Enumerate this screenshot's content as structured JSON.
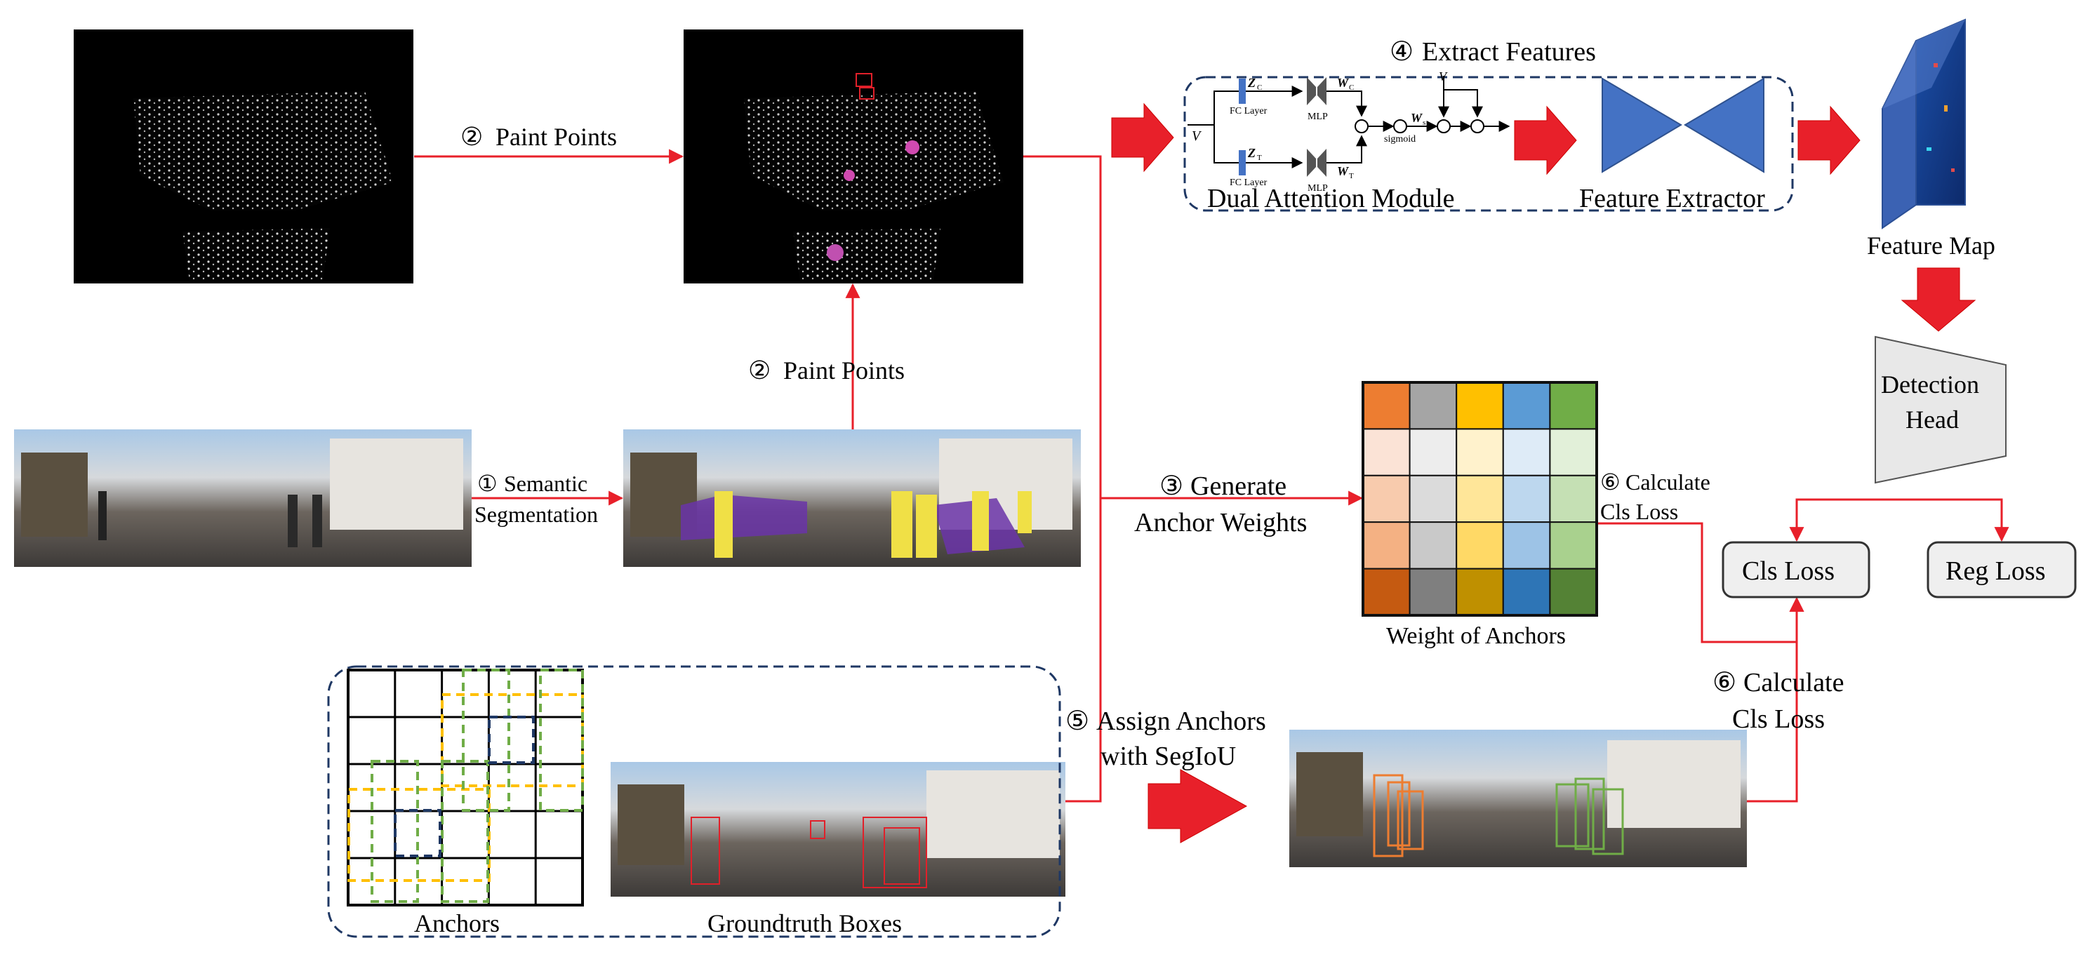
{
  "labels": {
    "paint_points_top": "Paint Points",
    "paint_points_mid": "Paint Points",
    "semantic_1": "Semantic",
    "semantic_2": "Segmentation",
    "extract_features": "Extract Features",
    "dual_attention": "Dual Attention Module",
    "feature_extractor": "Feature Extractor",
    "feature_map": "Feature Map",
    "detection_head_1": "Detection",
    "detection_head_2": "Head",
    "generate_1": "Generate",
    "generate_2": "Anchor Weights",
    "weight_of_anchors": "Weight of Anchors",
    "calc_cls_1_a": "Calculate",
    "calc_cls_1_b": "Cls Loss",
    "calc_cls_2_a": "Calculate",
    "calc_cls_2_b": "Cls Loss",
    "assign_1": "Assign Anchors",
    "assign_2": "with SegIoU",
    "anchors": "Anchors",
    "gt_boxes": "Groundtruth Boxes",
    "cls_loss": "Cls Loss",
    "reg_loss": "Reg Loss"
  },
  "steps": {
    "s1": "①",
    "s2a": "②",
    "s2b": "②",
    "s3": "③",
    "s4": "④",
    "s5": "⑤",
    "s6a": "⑥",
    "s6b": "⑥"
  },
  "module": {
    "v": "V",
    "fc_layer_1": "FC Layer",
    "fc_layer_2": "FC Layer",
    "mlp_1": "MLP",
    "mlp_2": "MLP",
    "zc": "Z",
    "zc_sub": "C",
    "zt": "Z",
    "zt_sub": "T",
    "wc": "W",
    "wc_sub": "C",
    "wt": "W",
    "wt_sub": "T",
    "w": "W",
    "w_sub": "s",
    "sigmoid": "sigmoid",
    "v_top": "V"
  },
  "weights_grid": {
    "columns": [
      [
        "#ed7d31",
        "#fbe3d6",
        "#f8cbad",
        "#f4b183",
        "#c55a11"
      ],
      [
        "#a5a5a5",
        "#ededed",
        "#dbdbdb",
        "#c9c9c9",
        "#7f7f7f"
      ],
      [
        "#ffc000",
        "#fff2cc",
        "#ffe699",
        "#ffd966",
        "#bf9000"
      ],
      [
        "#5b9bd5",
        "#deebf7",
        "#bdd7ee",
        "#9dc3e6",
        "#2e75b6"
      ],
      [
        "#70ad47",
        "#e2f0d9",
        "#c5e0b4",
        "#a9d18e",
        "#548235"
      ]
    ]
  },
  "colors": {
    "arrow": "#e8202a",
    "dash": "#1f3864",
    "extractor": "#4472c4"
  }
}
